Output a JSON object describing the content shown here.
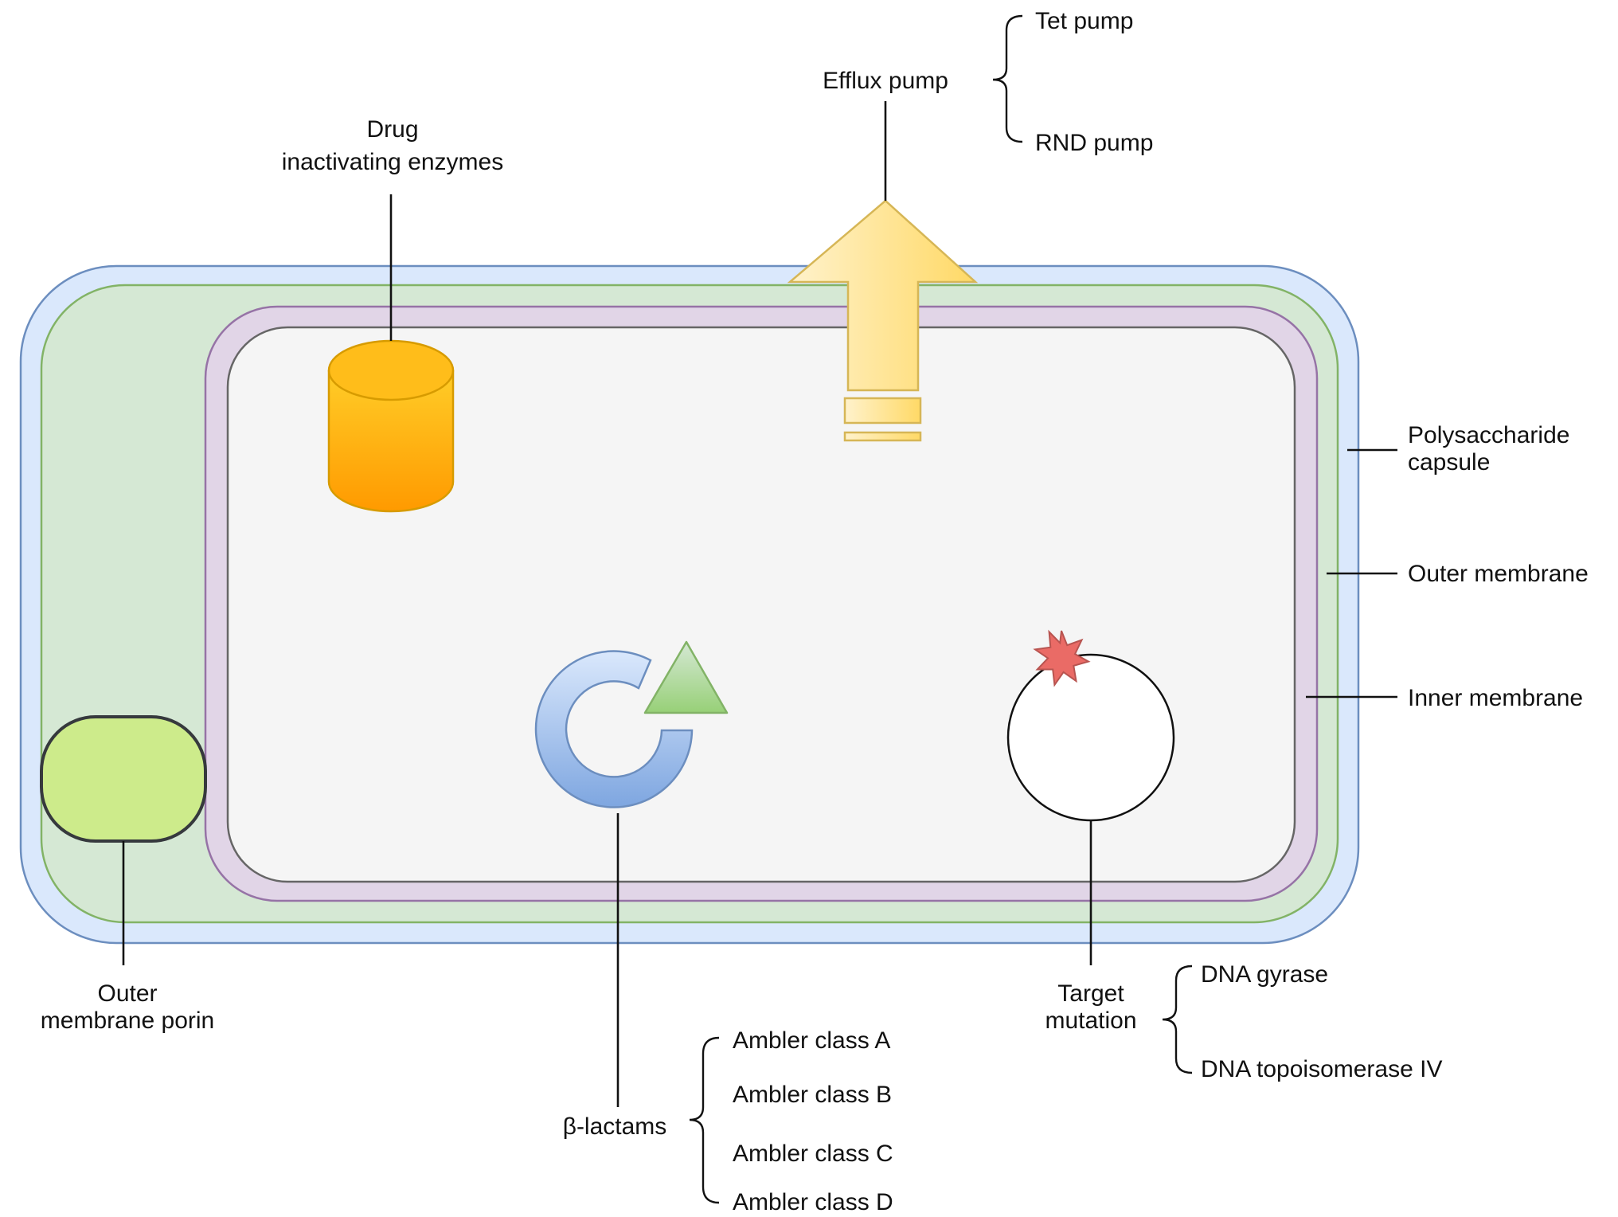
{
  "labels": {
    "drug_enzymes_line1": "Drug",
    "drug_enzymes_line2": "inactivating enzymes",
    "efflux_pump": "Efflux pump",
    "tet_pump": "Tet pump",
    "rnd_pump": "RND pump",
    "polysaccharide_capsule_line1": "Polysaccharide",
    "polysaccharide_capsule_line2": "capsule",
    "outer_membrane": "Outer membrane",
    "inner_membrane": "Inner membrane",
    "porin_line1": "Outer",
    "porin_line2": "membrane porin",
    "beta_lactams": "β-lactams",
    "ambler_a": "Ambler class A",
    "ambler_b": "Ambler class B",
    "ambler_c": "Ambler class C",
    "ambler_d": "Ambler class D",
    "target_mutation_line1": "Target",
    "target_mutation_line2": "mutation",
    "dna_gyrase": "DNA gyrase",
    "dna_topoisomerase": "DNA topoisomerase IV"
  },
  "colors": {
    "capsule_fill": "#dae8fc",
    "capsule_stroke": "#6c8ebf",
    "outer_membrane_fill": "#d5e8d4",
    "outer_membrane_stroke": "#82b366",
    "inner_membrane_fill": "#e1d5e7",
    "inner_membrane_stroke": "#9673a6",
    "cytoplasm_fill": "#f5f5f5",
    "cytoplasm_stroke": "#666666",
    "enzyme_orange": "#ffa500",
    "efflux_yellow": "#ffd966",
    "porin_green": "#cdeb8b",
    "beta_lactam_blue": "#7ea6e0",
    "beta_lactam_wedge": "#97d077",
    "mutation_star": "#ea6b66"
  }
}
